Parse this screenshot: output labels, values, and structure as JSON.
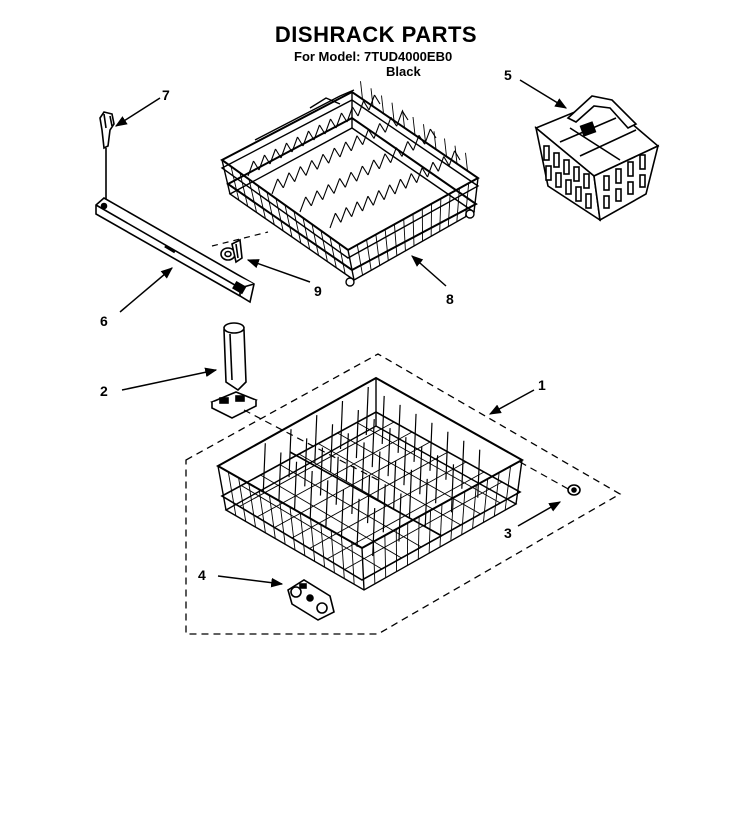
{
  "header": {
    "title": "DISHRACK PARTS",
    "model_line": "For Model: 7TUD4000EB0",
    "color_note": "Black"
  },
  "callouts": [
    {
      "id": "1",
      "label": "1"
    },
    {
      "id": "2",
      "label": "2"
    },
    {
      "id": "3",
      "label": "3"
    },
    {
      "id": "4",
      "label": "4"
    },
    {
      "id": "5",
      "label": "5"
    },
    {
      "id": "6",
      "label": "6"
    },
    {
      "id": "7",
      "label": "7"
    },
    {
      "id": "8",
      "label": "8"
    },
    {
      "id": "9",
      "label": "9"
    }
  ]
}
